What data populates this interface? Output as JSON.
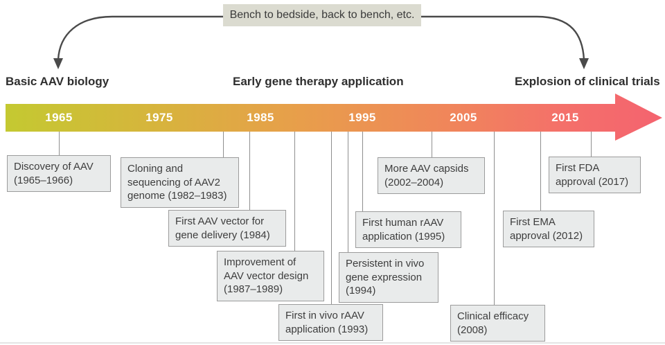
{
  "banner": {
    "label": "Bench to bedside, back to bench, etc."
  },
  "sections": [
    {
      "label": "Basic AAV biology"
    },
    {
      "label": "Early gene therapy application"
    },
    {
      "label": "Explosion of clinical trials"
    }
  ],
  "timeline": {
    "years": [
      "1965",
      "1975",
      "1985",
      "1995",
      "2005",
      "2015"
    ],
    "direction": "left-to-right"
  },
  "events": [
    {
      "label": "Discovery of AAV\n(1965–1966)"
    },
    {
      "label": "Cloning and\nsequencing of AAV2\ngenome (1982–1983)"
    },
    {
      "label": "First AAV vector for\ngene delivery (1984)"
    },
    {
      "label": "Improvement of\nAAV vector design\n(1987–1989)"
    },
    {
      "label": "First in vivo rAAV\napplication (1993)"
    },
    {
      "label": "Persistent in vivo\ngene expression\n(1994)"
    },
    {
      "label": "First human rAAV\napplication (1995)"
    },
    {
      "label": "More AAV capsids\n(2002–2004)"
    },
    {
      "label": "Clinical efficacy\n(2008)"
    },
    {
      "label": "First EMA\napproval (2012)"
    },
    {
      "label": "First FDA\napproval (2017)"
    }
  ],
  "colors": {
    "timeline_gradient_start": "#c4c931",
    "timeline_gradient_mid": "#e89e4b",
    "timeline_gradient_end": "#f4636f",
    "event_box_fill": "#e9ebeb",
    "event_box_border": "#9b9b9b",
    "banner_fill": "#dbdbd0",
    "arrow_line": "#4a4a4a",
    "connector_line": "#8e8e8e",
    "year_text": "#ffffff"
  }
}
